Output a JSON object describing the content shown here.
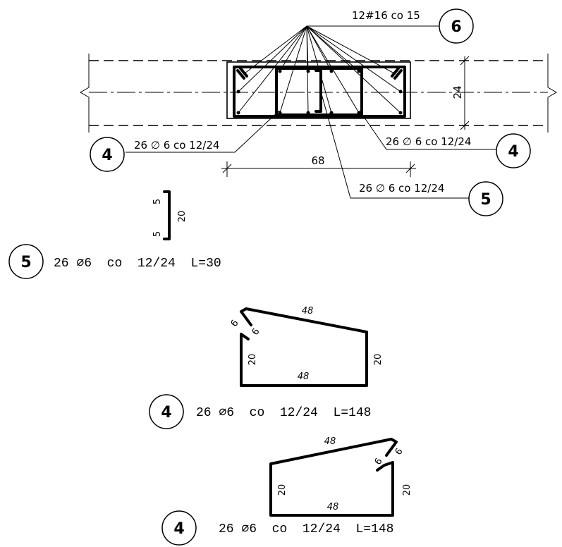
{
  "section": {
    "top_bars_label": "12#16 co 15",
    "top_bars_mark": "6",
    "height_dim": "24",
    "width_dim": "68",
    "left_stirrup_label": "26 ∅ 6 co 12/24",
    "left_stirrup_mark": "4",
    "right_stirrup_label": "26 ∅ 6 co 12/24",
    "right_stirrup_mark": "4",
    "tie_label": "26 ∅ 6 co 12/24",
    "tie_mark": "5"
  },
  "tie_detail": {
    "hook_top": "5",
    "height": "20",
    "hook_bottom": "5",
    "mark": "5",
    "spec": "26 ⌀6  co  12/24  L=30"
  },
  "stirrup_a": {
    "top": "48",
    "hook_1": "6",
    "hook_2": "6",
    "left": "20",
    "right": "20",
    "bottom": "48",
    "mark": "4",
    "spec": "26 ⌀6  co  12/24  L=148"
  },
  "stirrup_b": {
    "top": "48",
    "hook_1": "6",
    "hook_2": "6",
    "left": "20",
    "right": "20",
    "bottom": "48",
    "mark": "4",
    "spec": "26 ⌀6  co  12/24  L=148"
  }
}
